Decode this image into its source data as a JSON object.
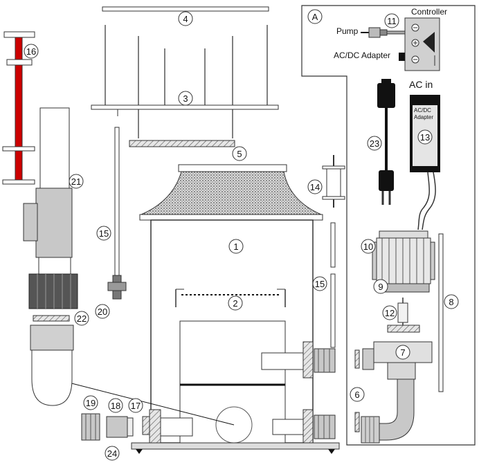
{
  "callouts": {
    "c1": "1",
    "c2": "2",
    "c3": "3",
    "c4": "4",
    "c5": "5",
    "c6": "6",
    "c7": "7",
    "c8": "8",
    "c9": "9",
    "c10": "10",
    "c11": "11",
    "c12": "12",
    "c13": "13",
    "c14": "14",
    "c15a": "15",
    "c15b": "15",
    "c16": "16",
    "c17": "17",
    "c18": "18",
    "c19": "19",
    "c20": "20",
    "c21": "21",
    "c22": "22",
    "c23": "23",
    "c24": "24"
  },
  "panel_a": {
    "badge": "A",
    "controller": "Controller",
    "pump": "Pump",
    "adapter": "AC/DC Adapter",
    "ac_in": "AC in"
  },
  "adapter_box": {
    "line1": "AC/DC",
    "line2": "Adapter"
  },
  "colors": {
    "body": "#ffffff",
    "part_gray": "#c8c8c8",
    "dark": "#111111",
    "red_rod": "#cc0000"
  }
}
